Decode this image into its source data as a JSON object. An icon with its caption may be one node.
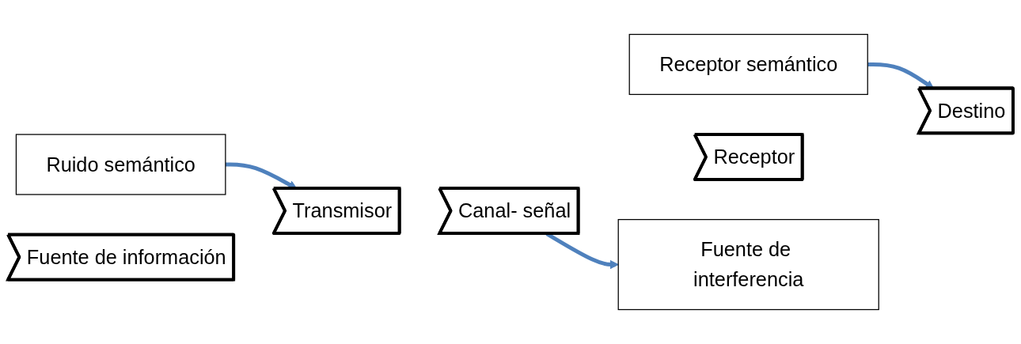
{
  "diagram": {
    "nodes": [
      {
        "text": [
          "Ruido semántico"
        ]
      },
      {
        "text": [
          "Receptor semántico"
        ]
      },
      {
        "text": [
          "Fuente de información"
        ]
      },
      {
        "text": [
          "Transmisor"
        ]
      },
      {
        "text": [
          "Canal- señal"
        ]
      },
      {
        "text": [
          "Receptor"
        ]
      },
      {
        "text": [
          "Destino"
        ]
      },
      {
        "text": [
          "Fuente de interferencia"
        ]
      }
    ],
    "edges": [
      {
        "from": 0,
        "to": 3,
        "arrow": "to"
      },
      {
        "from": 1,
        "to": 6,
        "arrow": "to"
      },
      {
        "from": 4,
        "to": 7,
        "arrow": "to"
      }
    ]
  }
}
